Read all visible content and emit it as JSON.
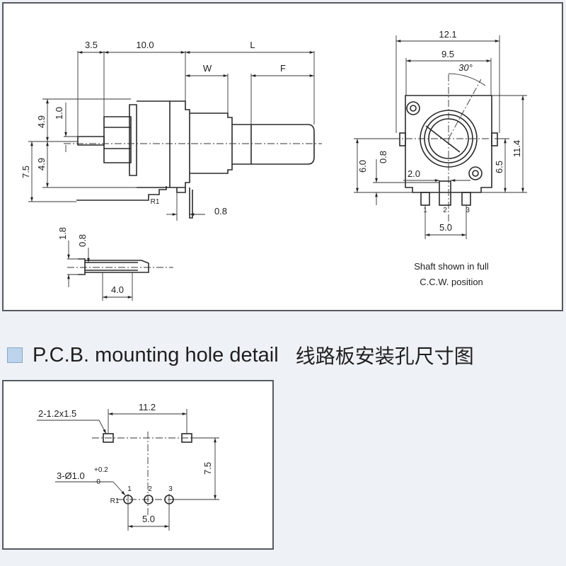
{
  "section": {
    "title_en": "P.C.B. mounting hole detail",
    "title_zh": "线路板安装孔尺寸图"
  },
  "side_view": {
    "dims": {
      "d35": "3.5",
      "d100": "10.0",
      "L": "L",
      "W": "W",
      "F": "F",
      "d49a": "4.9",
      "d10": "1.0",
      "d49b": "4.9",
      "d75": "7.5",
      "d08": "0.8",
      "R1": "R1"
    }
  },
  "pin_detail": {
    "dims": {
      "d18": "1.8",
      "d08": "0.8",
      "d40": "4.0"
    }
  },
  "front_view": {
    "dims": {
      "d121": "12.1",
      "d95": "9.5",
      "angle": "30°",
      "d114": "11.4",
      "d65": "6.5",
      "d60": "6.0",
      "d08": "0.8",
      "d20": "2.0",
      "d50": "5.0",
      "p1": "1",
      "p2": "2",
      "p3": "3"
    },
    "note_line1": "Shaft shown in full",
    "note_line2": "C.C.W. position"
  },
  "pcb_detail": {
    "dims": {
      "slot": "2-1.2x1.5",
      "d112": "11.2",
      "d75": "7.5",
      "hole": "3-Ø1.0",
      "tol_plus": "+0.2",
      "tol_minus": "-0",
      "R1": "R1",
      "p1": "1",
      "p2": "2",
      "p3": "3",
      "d50": "5.0"
    }
  }
}
